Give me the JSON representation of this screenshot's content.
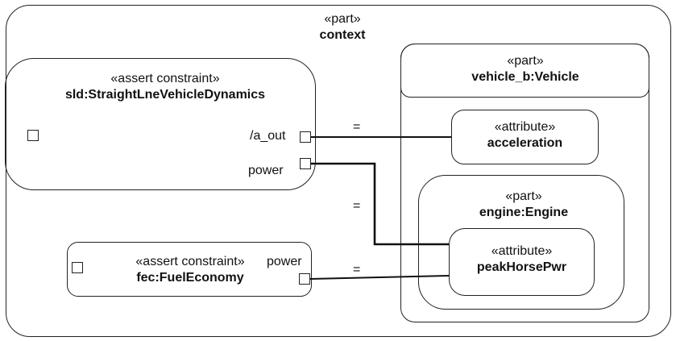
{
  "context": {
    "stereotype": "«part»",
    "name": "context"
  },
  "sld": {
    "stereotype": "«assert constraint»",
    "name": "sld:StraightLneVehicleDynamics",
    "port_a_out": "/a_out",
    "port_power": "power"
  },
  "fec": {
    "stereotype": "«assert constraint»",
    "name": "fec:FuelEconomy",
    "port_power": "power"
  },
  "vehicle": {
    "stereotype": "«part»",
    "name": "vehicle_b:Vehicle"
  },
  "acceleration": {
    "stereotype": "«attribute»",
    "name": "acceleration"
  },
  "engine": {
    "stereotype": "«part»",
    "name": "engine:Engine"
  },
  "peakHorsePwr": {
    "stereotype": "«attribute»",
    "name": "peakHorsePwr"
  },
  "connectors": {
    "a_out_to_acceleration": "=",
    "sld_power_to_peak": "=",
    "fec_power_to_peak": "="
  }
}
